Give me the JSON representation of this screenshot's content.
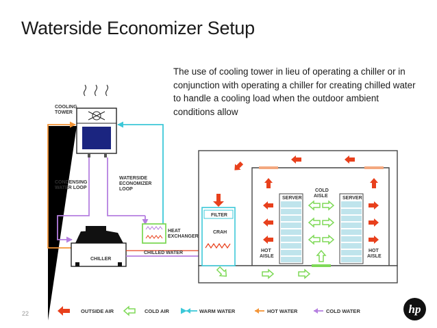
{
  "title": "Waterside Economizer Setup",
  "description": "The use of cooling tower in lieu of operating a chiller or in conjunction with operating a chiller for creating chilled water to handle a cooling load when the outdoor ambient conditions allow",
  "diagram": {
    "cooling_tower": [
      "COOLING",
      "TOWER"
    ],
    "condensing_loop": [
      "CONDENSING",
      "WATER LOOP"
    ],
    "economizer_loop": [
      "WATERSIDE",
      "ECONOMIZER",
      "LOOP"
    ],
    "heat_exchanger": [
      "HEAT",
      "EXCHANGER"
    ],
    "chiller": "CHILLER",
    "chilled_water": "CHILLED WATER",
    "filter": "FILTER",
    "crah": "CRAH",
    "server": "SERVER",
    "cold_aisle": [
      "COLD",
      "AISLE"
    ],
    "hot_aisle": [
      "HOT",
      "AISLE"
    ]
  },
  "legend": [
    {
      "label": "OUTSIDE AIR",
      "color": "#e8401c"
    },
    {
      "label": "COLD AIR",
      "color": "#7ed957"
    },
    {
      "label": "WARM WATER",
      "color": "#3cc8d8"
    },
    {
      "label": "HOT WATER",
      "color": "#f39436"
    },
    {
      "label": "COLD WATER",
      "color": "#b57fe0"
    }
  ],
  "page_number": "22",
  "logo": "hp"
}
